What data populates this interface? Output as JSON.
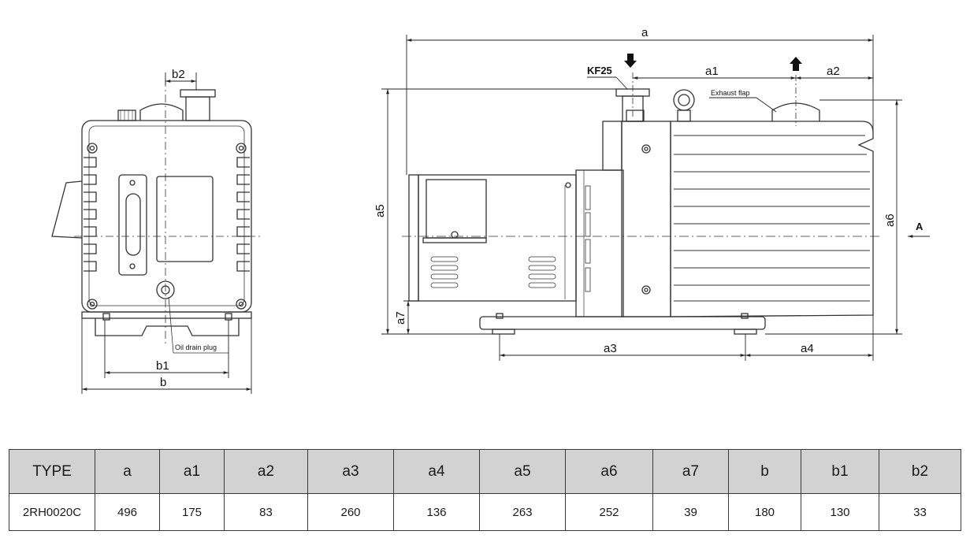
{
  "labels": {
    "a": "a",
    "a1": "a1",
    "a2": "a2",
    "a3": "a3",
    "a4": "a4",
    "a5": "a5",
    "a6": "a6",
    "a7": "a7",
    "b": "b",
    "b1": "b1",
    "b2": "b2",
    "kf25": "KF25",
    "exhaust_flap": "Exhaust flap",
    "oil_drain_plug": "Oil drain plug",
    "view_a": "A"
  },
  "table": {
    "headers": [
      "TYPE",
      "a",
      "a1",
      "a2",
      "a3",
      "a4",
      "a5",
      "a6",
      "a7",
      "b",
      "b1",
      "b2"
    ],
    "rows": [
      [
        "2RH0020C",
        "496",
        "175",
        "83",
        "260",
        "136",
        "263",
        "252",
        "39",
        "180",
        "130",
        "33"
      ]
    ]
  }
}
